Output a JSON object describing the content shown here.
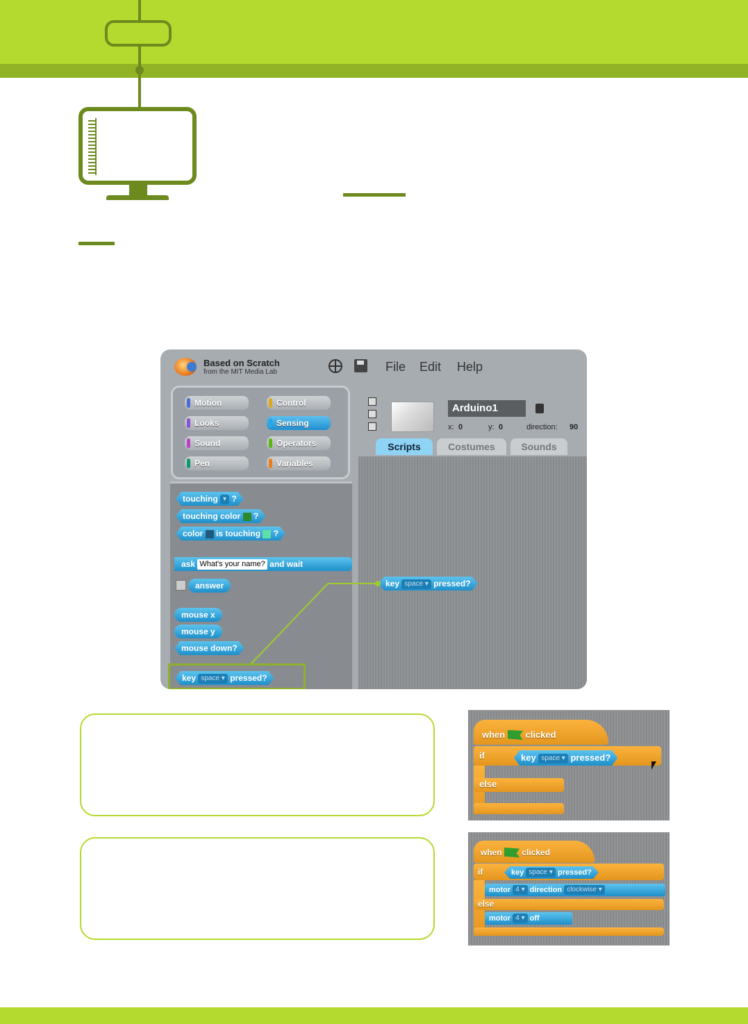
{
  "scratch": {
    "title": "Based on Scratch",
    "subtitle": "from the MIT Media Lab",
    "menu": [
      "File",
      "Edit",
      "Help"
    ],
    "categories": [
      {
        "label": "Motion",
        "color": "#4a6cd4"
      },
      {
        "label": "Control",
        "color": "#e1a91a"
      },
      {
        "label": "Looks",
        "color": "#8a55d7"
      },
      {
        "label": "Sensing",
        "color": "#2ca5e2"
      },
      {
        "label": "Sound",
        "color": "#bb42c3"
      },
      {
        "label": "Operators",
        "color": "#5cb712"
      },
      {
        "label": "Pen",
        "color": "#0e9a6c"
      },
      {
        "label": "Variables",
        "color": "#ee7d16"
      }
    ],
    "blocks": {
      "touching": "touching",
      "touching_color": "touching color",
      "color": "color",
      "is_touching": "is touching",
      "q": "?",
      "ask": "ask",
      "ask_default": "What's your name?",
      "and_wait": "and wait",
      "answer": "answer",
      "mouse_x": "mouse x",
      "mouse_y": "mouse y",
      "mouse_down": "mouse down?",
      "key": "key",
      "space": "space",
      "pressed": "pressed?"
    },
    "sprite": {
      "name": "Arduino1",
      "x_label": "x:",
      "x": "0",
      "y_label": "y:",
      "y": "0",
      "direction_label": "direction:",
      "direction": "90"
    },
    "tabs": [
      "Scripts",
      "Costumes",
      "Sounds"
    ]
  },
  "snippet1": {
    "when": "when",
    "clicked": "clicked",
    "if": "if",
    "key": "key",
    "space": "space",
    "pressed": "pressed?",
    "else": "else"
  },
  "snippet2": {
    "when": "when",
    "clicked": "clicked",
    "if": "if",
    "key": "key",
    "space": "space",
    "pressed": "pressed?",
    "motor": "motor",
    "motor_num": "4",
    "direction": "direction",
    "clockwise": "clockwise",
    "else": "else",
    "off": "off"
  }
}
